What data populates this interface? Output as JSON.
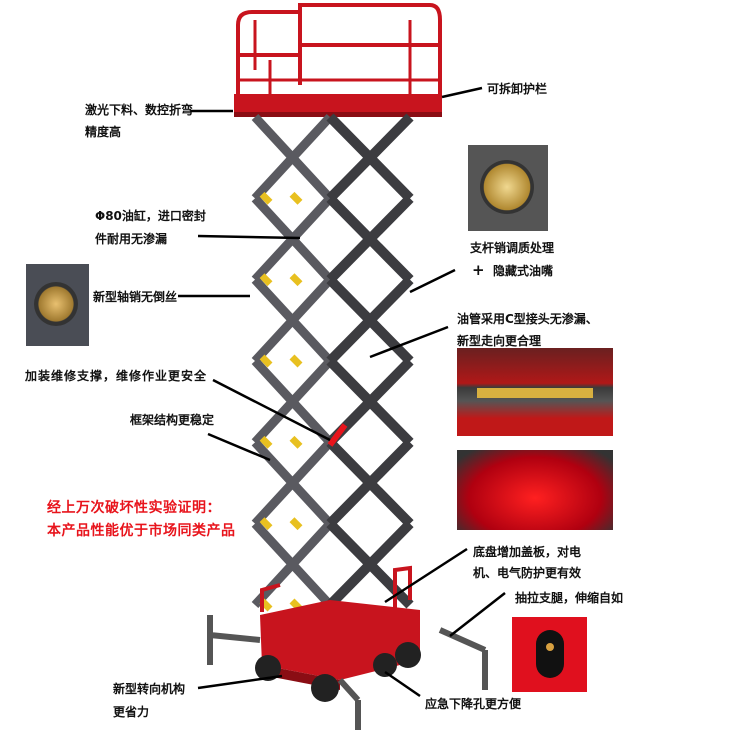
{
  "callouts": {
    "removable_guardrail": "可拆卸护栏",
    "laser_cutting_1": "激光下料、数控折弯",
    "laser_cutting_2": "精度高",
    "cylinder_1": "Φ80油缸，进口密封",
    "cylinder_2": "件耐用无渗漏",
    "axle_pin": "新型轴销无倒丝",
    "maintenance_support": "加装维修支撑，维修作业更安全",
    "frame_structure": "框架结构更稳定",
    "pin_treatment_1": "支杆销调质处理",
    "pin_treatment_plus": "+",
    "pin_treatment_2": "隐藏式油嘴",
    "oil_pipe_1": "油管采用C型接头无渗漏、",
    "oil_pipe_2": "新型走向更合理",
    "chassis_cover_1": "底盘增加盖板，对电",
    "chassis_cover_2": "机、电气防护更有效",
    "outrigger": "抽拉支腿，伸缩自如",
    "steering_1": "新型转向机构",
    "steering_2": "更省力",
    "emergency_descent": "应急下降孔更方便"
  },
  "claim": {
    "line1": "经上万次破坏性实验证明：",
    "line2": "本产品性能优于市场同类产品"
  },
  "colors": {
    "brand_red": "#c8141e",
    "arm_gray": "#3c3c40",
    "claim_red": "#e8141c",
    "pin_yellow": "#e8c020"
  }
}
